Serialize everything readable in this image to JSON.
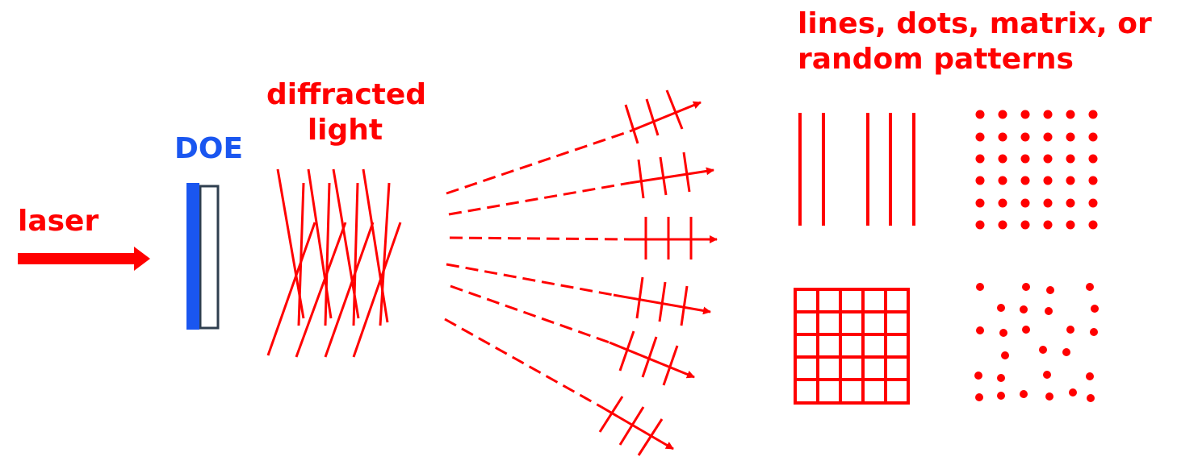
{
  "labels": {
    "laser": "laser",
    "doe": "DOE",
    "diffracted_line1": "diffracted",
    "diffracted_line2": "light",
    "patterns_line1": "lines, dots, matrix, or",
    "patterns_line2": "random patterns"
  },
  "colors": {
    "beam": "#ff0000",
    "doe_face": "#1a56f0",
    "doe_frame": "#2f3f4f",
    "label_doe": "#1a56f0",
    "label_red": "#ff0000"
  },
  "patterns": [
    "lines",
    "dots",
    "matrix",
    "random"
  ]
}
